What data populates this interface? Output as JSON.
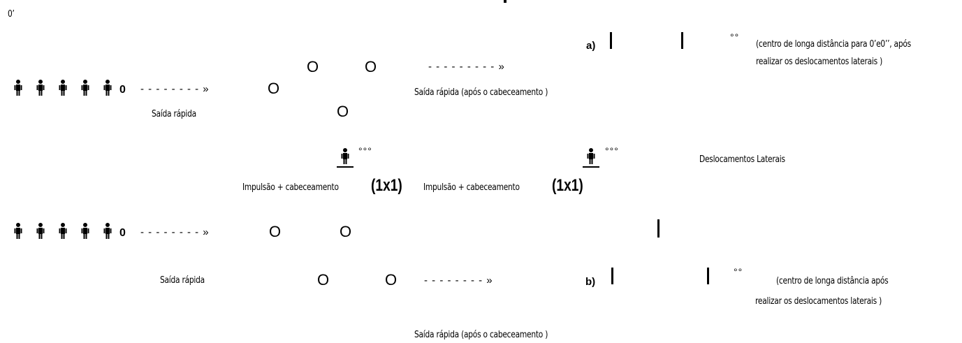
{
  "corner_mark": "0’",
  "row1": {
    "zero": "0",
    "dashes": "- -  - - - - - - »",
    "circle": "O",
    "label": "Saída rápida"
  },
  "triangle": {
    "top_left": "O",
    "top_right": "O",
    "bottom": "O"
  },
  "top_right_run": {
    "dashes": "- - - - - - - - - »",
    "label": "Saída rápida (após o cabeceamento  )"
  },
  "section_a": {
    "letter": "a)",
    "dots": "°°",
    "note_line1": "(centro de longa distância para 0’e0’’, após",
    "note_line2": "realizar os deslocamentos  laterais )"
  },
  "mid": {
    "dots_left": "°°°",
    "dots_right": "°°°",
    "impulse_label_left": "Impulsão + cabeceamento",
    "impulse_label_right": "Impulsão + cabeceamento",
    "one_by_one_left": "(1x1)",
    "one_by_one_right": "(1x1)",
    "lateral": "Deslocamentos Laterais"
  },
  "row2": {
    "zero": "0",
    "dashes": "- -  - - - - - - »",
    "circle1": "O",
    "circle2": "O",
    "label": "Saída rápida"
  },
  "bottom_run": {
    "circle1": "O",
    "circle2": "O",
    "dashes": "- -  - - - - - - »",
    "label": "Saída rápida (após o cabeceamento  )"
  },
  "section_b": {
    "letter": "b)",
    "dots": "°°",
    "note_line1": "(centro de longa distância após",
    "note_line2": "realizar os deslocamentos  laterais )"
  }
}
